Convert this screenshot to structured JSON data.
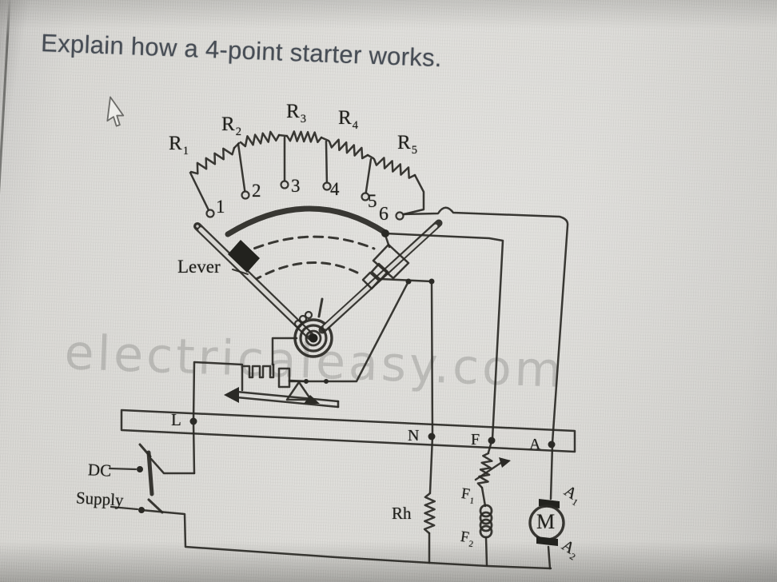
{
  "question": {
    "title": "Explain how a 4-point starter works."
  },
  "watermark": {
    "text": "electricaleasy.com"
  },
  "diagram": {
    "resistors": [
      {
        "base": "R",
        "sub": "1"
      },
      {
        "base": "R",
        "sub": "2"
      },
      {
        "base": "R",
        "sub": "3"
      },
      {
        "base": "R",
        "sub": "4"
      },
      {
        "base": "R",
        "sub": "5"
      }
    ],
    "studs": [
      "1",
      "2",
      "3",
      "4",
      "5",
      "6"
    ],
    "lever_label": "Lever",
    "supply_label_line1": "DC",
    "supply_label_line2": "Supply",
    "terminals": [
      "L",
      "N",
      "F",
      "A"
    ],
    "rheostat_label": "Rh",
    "field_labels": [
      {
        "base": "F",
        "sub": "1"
      },
      {
        "base": "F",
        "sub": "2"
      }
    ],
    "motor_label": "M",
    "armature_labels": [
      {
        "base": "A",
        "sub": "1"
      },
      {
        "base": "A",
        "sub": "2"
      }
    ]
  },
  "colors": {
    "ink": "#2b2a26",
    "background": "#d8d7d3",
    "title": "#474d55",
    "watermark": "rgba(118,118,115,0.33)"
  }
}
